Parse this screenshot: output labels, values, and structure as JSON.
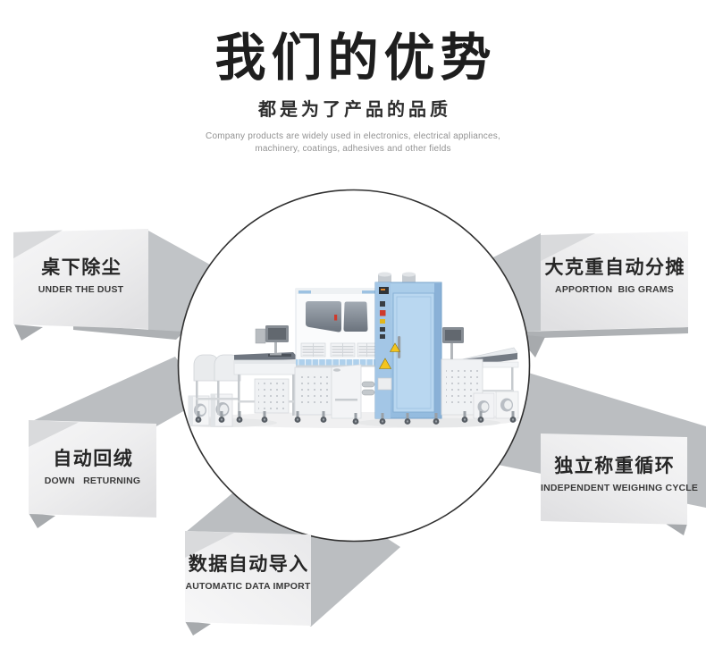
{
  "header": {
    "title": "我们的优势",
    "subtitle": "都是为了产品的品质",
    "description_line1": "Company products are widely used in electronics, electrical appliances,",
    "description_line2": "machinery, coatings, adhesives and other fields"
  },
  "features": [
    {
      "zh": "桌下除尘",
      "en": "UNDER THE DUST",
      "position": "top-left"
    },
    {
      "zh": "大克重自动分摊",
      "en": "APPORTION  BIG GRAMS",
      "position": "top-right"
    },
    {
      "zh": "自动回绒",
      "en": "DOWN   RETURNING",
      "position": "middle-left"
    },
    {
      "zh": "独立称重循环",
      "en": "INDEPENDENT WEIGHING CYCLE",
      "position": "middle-right"
    },
    {
      "zh": "数据自动导入",
      "en": "AUTOMATIC DATA IMPORT",
      "position": "bottom-center"
    }
  ],
  "center_illustration": {
    "description": "down-filling machine production line inside circular frame"
  },
  "colors": {
    "title": "#1e1e1e",
    "subtitle": "#2d2d2d",
    "desc": "#929292",
    "feature_zh": "#262626",
    "feature_en": "#3a3a3a",
    "circle_stroke": "#303030",
    "wedge": "#c1c4c7",
    "band": "#bbbec1",
    "strip": "#aeb1b4",
    "underfold": "#a7aaad",
    "facefold": "#d9dadc",
    "machine_blue": "#a6c9e8",
    "machine_blue_door": "#b9d7f0",
    "warning_yellow": "#f4c51d"
  }
}
